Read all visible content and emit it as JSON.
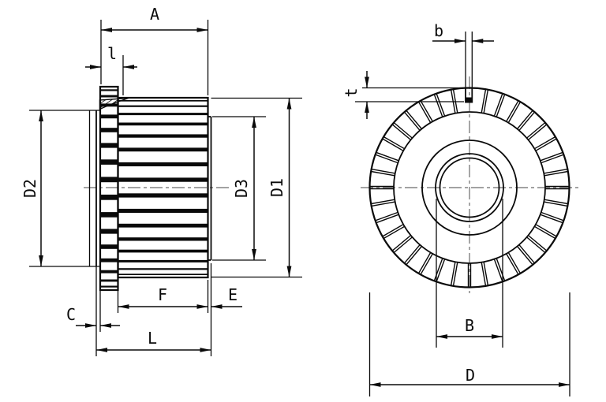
{
  "drawing": {
    "type": "technical-dimension-drawing",
    "subject": "slotted commutator, side section view and front view",
    "background_color": "#ffffff",
    "line_color": "#0a0a0a",
    "centerline_color": "#6b6b6b",
    "views": {
      "side": {
        "name": "side-view",
        "labels": {
          "A": "A",
          "l": "l",
          "D2": "D2",
          "D3": "D3",
          "D1": "D1",
          "C": "C",
          "F": "F",
          "E": "E",
          "L": "L"
        },
        "visible_slot_lines": 16
      },
      "front": {
        "name": "front-view",
        "labels": {
          "b": "b",
          "t": "t",
          "B": "B",
          "D": "D"
        },
        "segment_count": 36,
        "special_slot_angle_deg": 90
      }
    }
  }
}
